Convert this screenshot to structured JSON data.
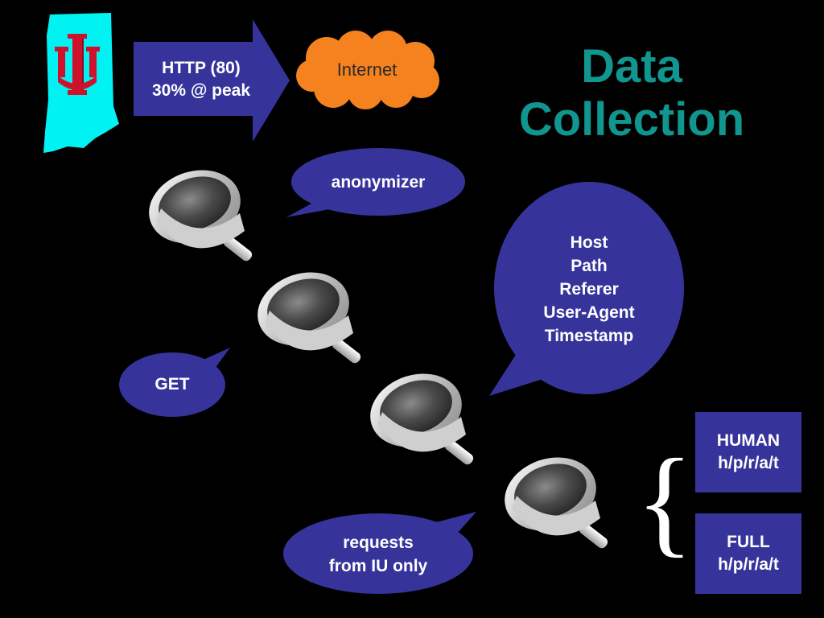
{
  "slide": {
    "title_line1": "Data",
    "title_line2": "Collection"
  },
  "arrow": {
    "line1": "HTTP (80)",
    "line2": "30% @ peak"
  },
  "cloud": {
    "label": "Internet"
  },
  "bubbles": {
    "anonymizer": "anonymizer",
    "get": "GET",
    "fields": [
      "Host",
      "Path",
      "Referer",
      "User-Agent",
      "Timestamp"
    ],
    "requests_line1": "requests",
    "requests_line2": "from IU only"
  },
  "boxes": {
    "human_title": "HUMAN",
    "human_sub": "h/p/r/a/t",
    "full_title": "FULL",
    "full_sub": "h/p/r/a/t"
  },
  "brace": "{",
  "colors": {
    "title": "#11968f",
    "bubble": "#36349b",
    "cloud": "#f5821f",
    "state": "#00f2f2",
    "logo": "#d0112b"
  },
  "icons": [
    "indiana-state-icon",
    "iu-trident-logo-icon",
    "funnel-icon"
  ]
}
